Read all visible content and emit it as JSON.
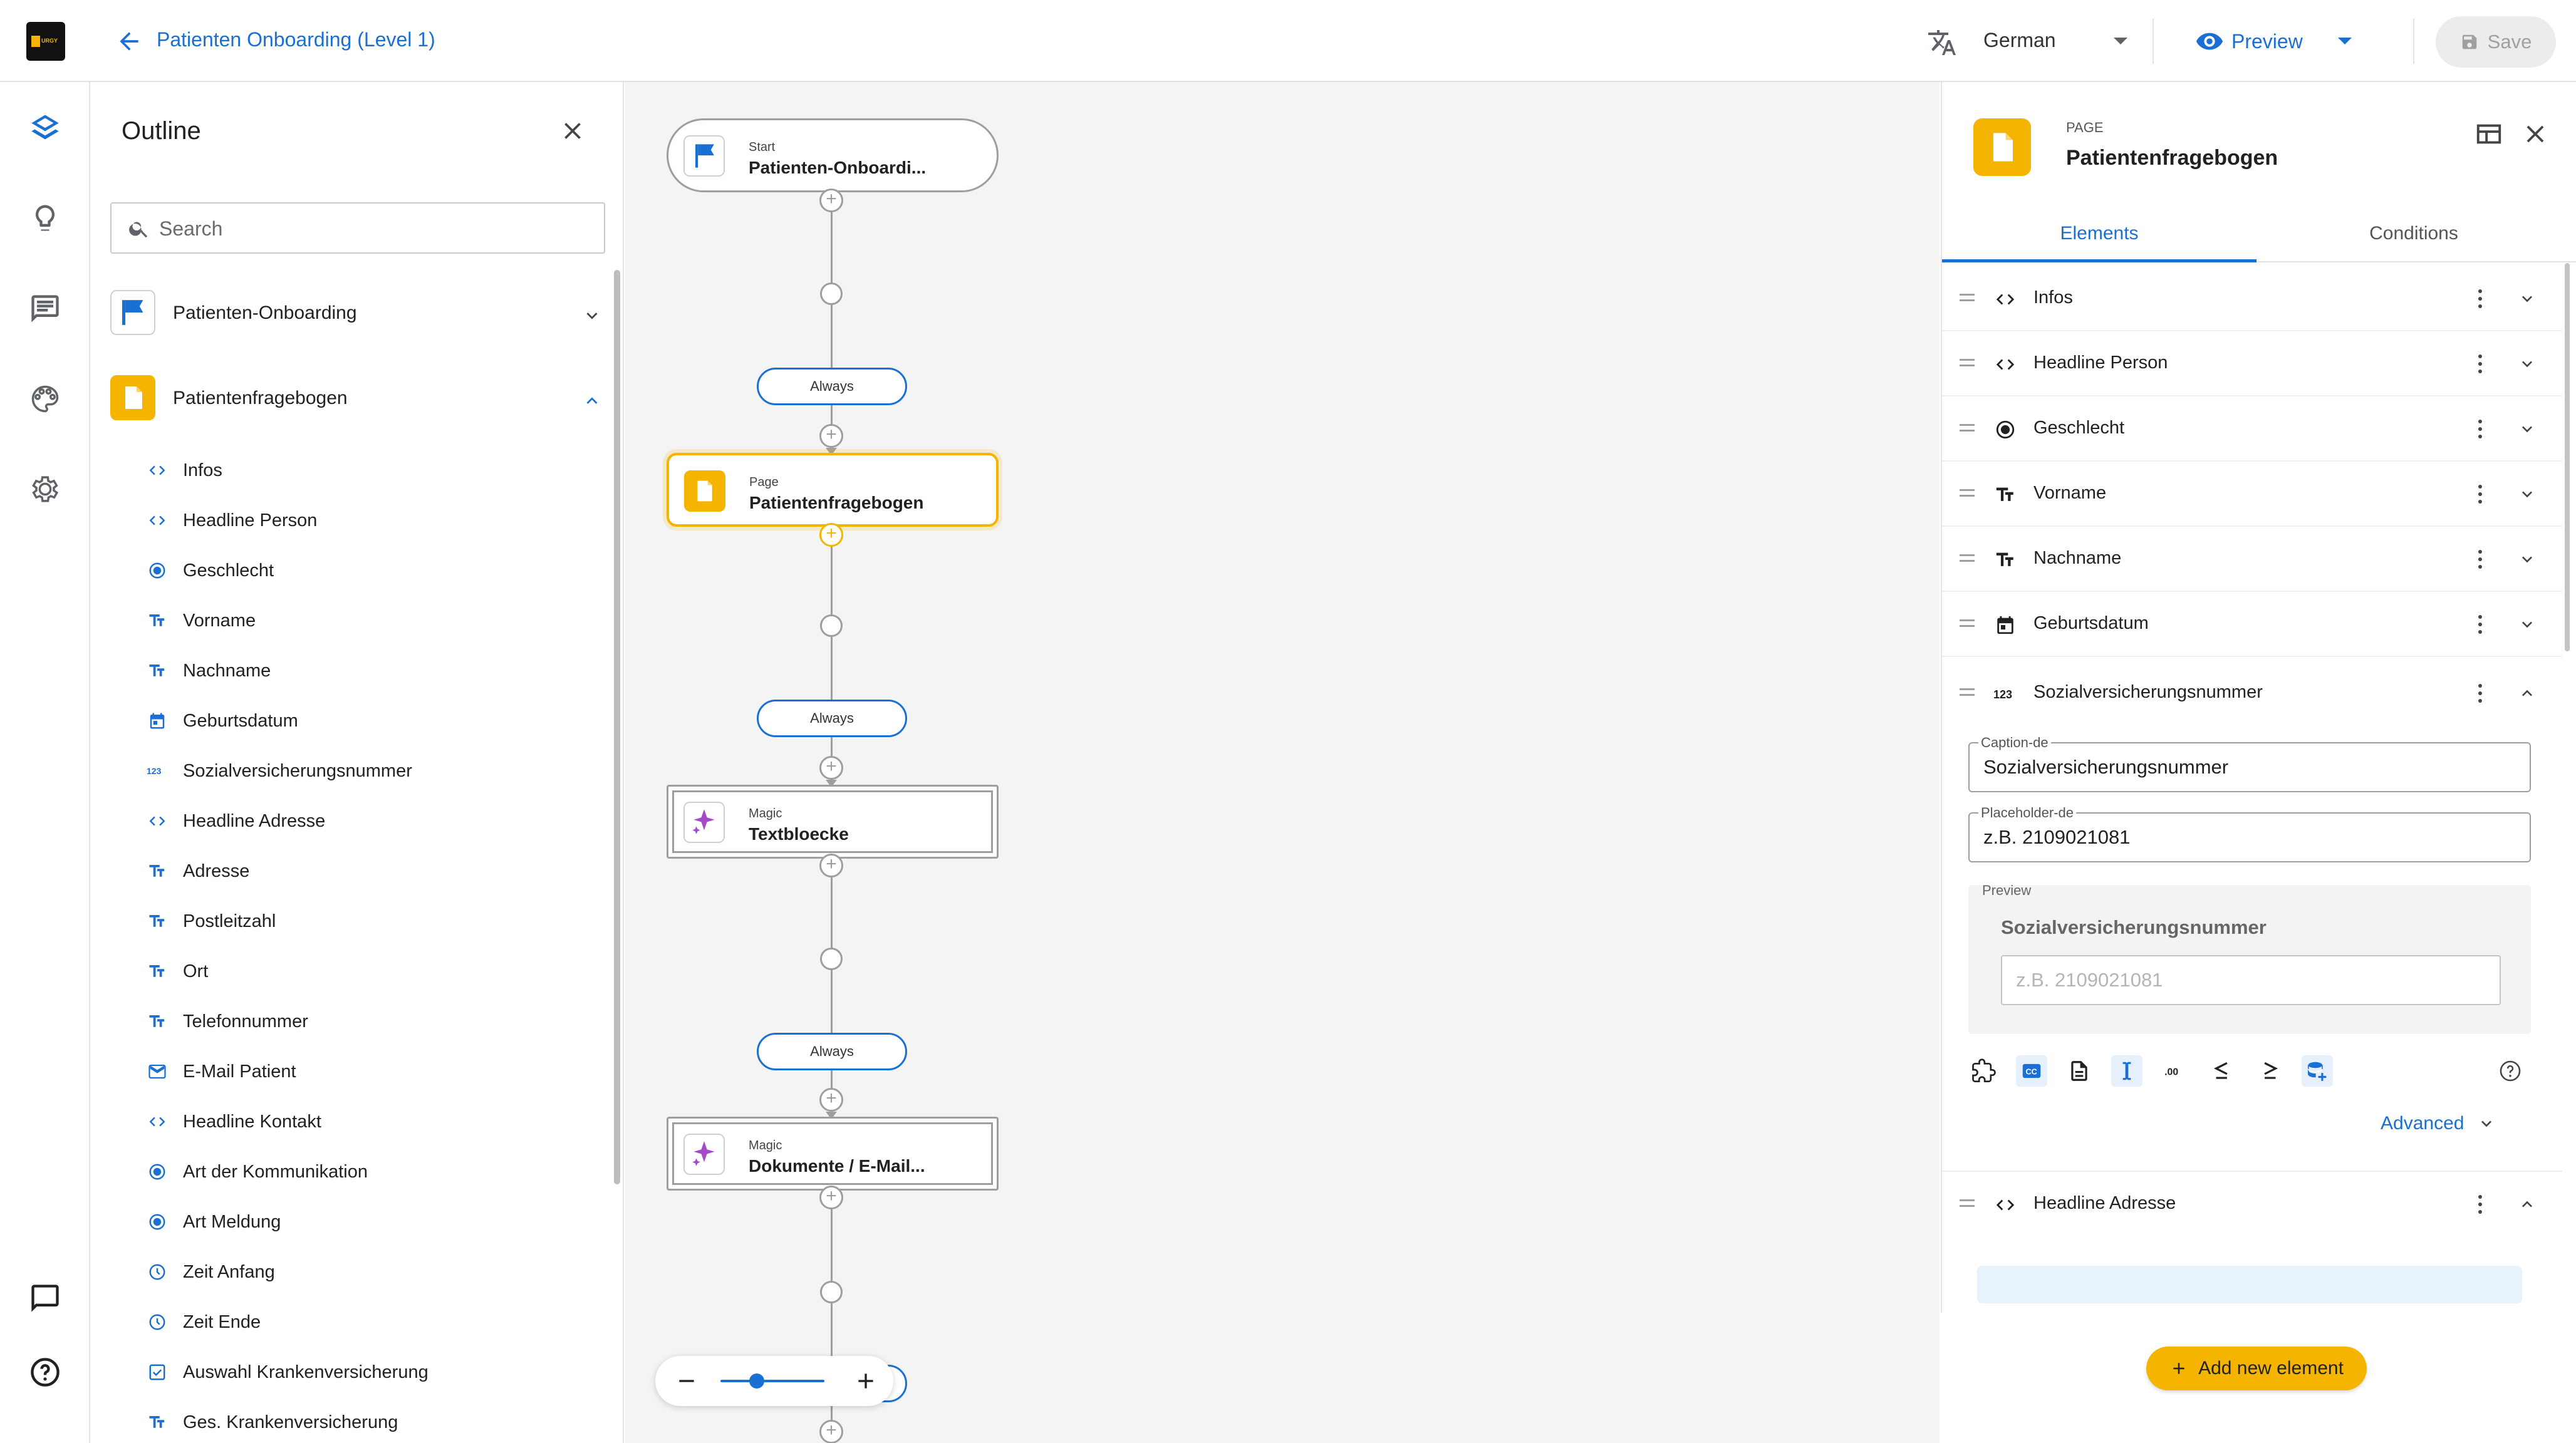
{
  "app": {
    "logo_text": "URGY"
  },
  "header": {
    "title": "Patienten Onboarding (Level 1)",
    "language": "German",
    "preview_label": "Preview",
    "save_label": "Save"
  },
  "outline": {
    "title": "Outline",
    "search_placeholder": "Search",
    "groups": [
      {
        "label": "Patienten-Onboarding",
        "icon": "flag-icon"
      },
      {
        "label": "Patientenfragebogen",
        "icon": "page-icon"
      }
    ],
    "items": [
      {
        "label": "Infos",
        "icon": "code-icon"
      },
      {
        "label": "Headline Person",
        "icon": "code-icon"
      },
      {
        "label": "Geschlecht",
        "icon": "radio-icon"
      },
      {
        "label": "Vorname",
        "icon": "text-icon"
      },
      {
        "label": "Nachname",
        "icon": "text-icon"
      },
      {
        "label": "Geburtsdatum",
        "icon": "calendar-icon"
      },
      {
        "label": "Sozialversicherungsnummer",
        "icon": "number-icon"
      },
      {
        "label": "Headline Adresse",
        "icon": "code-icon"
      },
      {
        "label": "Adresse",
        "icon": "text-icon"
      },
      {
        "label": "Postleitzahl",
        "icon": "text-icon"
      },
      {
        "label": "Ort",
        "icon": "text-icon"
      },
      {
        "label": "Telefonnummer",
        "icon": "text-icon"
      },
      {
        "label": "E-Mail Patient",
        "icon": "mail-icon"
      },
      {
        "label": "Headline Kontakt",
        "icon": "code-icon"
      },
      {
        "label": "Art der Kommunikation",
        "icon": "radio-icon"
      },
      {
        "label": "Art Meldung",
        "icon": "radio-icon"
      },
      {
        "label": "Zeit Anfang",
        "icon": "clock-icon"
      },
      {
        "label": "Zeit Ende",
        "icon": "clock-icon"
      },
      {
        "label": "Auswahl Krankenversicherung",
        "icon": "checkbox-icon"
      },
      {
        "label": "Ges. Krankenversicherung",
        "icon": "text-icon"
      }
    ]
  },
  "flow": {
    "nodes": [
      {
        "type": "Start",
        "name": "Patienten-Onboardi..."
      },
      {
        "type": "Page",
        "name": "Patientenfragebogen"
      },
      {
        "type": "Magic",
        "name": "Textbloecke"
      },
      {
        "type": "Magic",
        "name": "Dokumente / E-Mail..."
      }
    ],
    "edges": [
      "Always",
      "Always",
      "Always"
    ],
    "zoom_level": 0.35
  },
  "panel": {
    "type_label": "PAGE",
    "name": "Patientenfragebogen",
    "tabs": [
      "Elements",
      "Conditions"
    ],
    "elements": [
      {
        "label": "Infos",
        "icon": "code-icon"
      },
      {
        "label": "Headline Person",
        "icon": "code-icon"
      },
      {
        "label": "Geschlecht",
        "icon": "radio-icon"
      },
      {
        "label": "Vorname",
        "icon": "text-icon"
      },
      {
        "label": "Nachname",
        "icon": "text-icon"
      },
      {
        "label": "Geburtsdatum",
        "icon": "calendar-icon"
      },
      {
        "label": "Sozialversicherungsnummer",
        "icon": "number-icon",
        "expanded": true
      },
      {
        "label": "Headline Adresse",
        "icon": "code-icon",
        "expanded": true
      }
    ],
    "expanded": {
      "caption_label": "Caption-de",
      "caption_value": "Sozialversicherungsnummer",
      "placeholder_label": "Placeholder-de",
      "placeholder_value": "z.B. 2109021081",
      "preview_label": "Preview",
      "preview_title": "Sozialversicherungsnummer",
      "preview_placeholder": "z.B. 2109021081",
      "advanced_label": "Advanced"
    },
    "add_element_label": "Add new element"
  },
  "colors": {
    "accent": "#1a6fd4",
    "brand": "#f4b400",
    "magic": "#a34bc8"
  }
}
